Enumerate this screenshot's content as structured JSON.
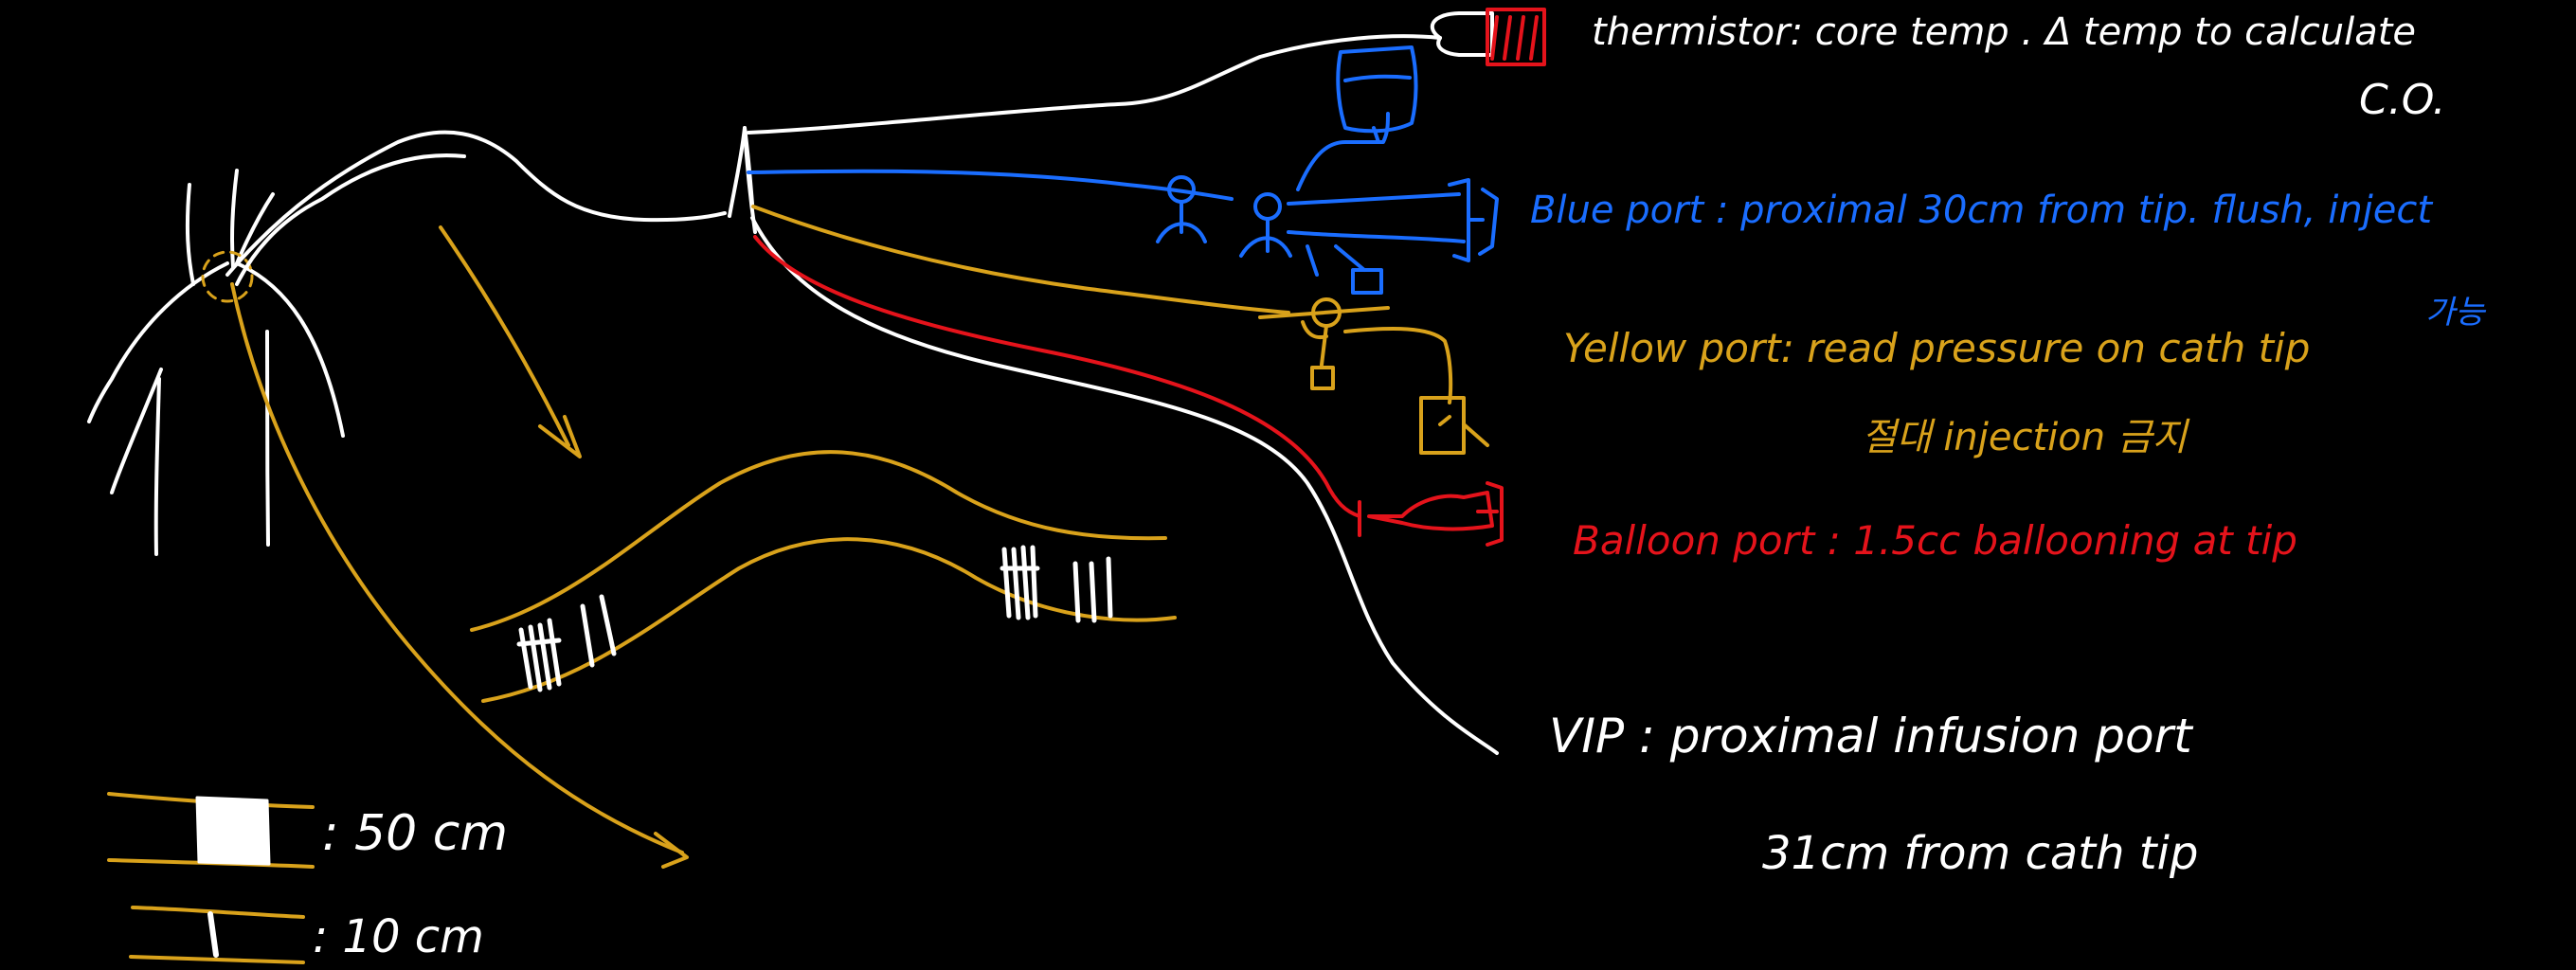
{
  "colors": {
    "background": "#000000",
    "white": "#ffffff",
    "blue": "#1a6dff",
    "yellow": "#d9a21b",
    "red": "#e5131b"
  },
  "annotations": {
    "thermistor": "thermistor: core temp . Δ temp to calculate",
    "thermistor_co": "C.O.",
    "blue_port": "Blue port : proximal 30cm from tip. flush, inject",
    "blue_port_note": "가능",
    "yellow_port": "Yellow port: read pressure on cath tip",
    "yellow_port_note": "절대 injection 금지",
    "balloon_port": "Balloon port : 1.5cc ballooning at tip",
    "vip_port": "VIP : proximal infusion port",
    "vip_port_detail": "31cm from cath tip"
  },
  "legend": {
    "thick_band": ": 50 cm",
    "thin_band": ": 10 cm"
  }
}
